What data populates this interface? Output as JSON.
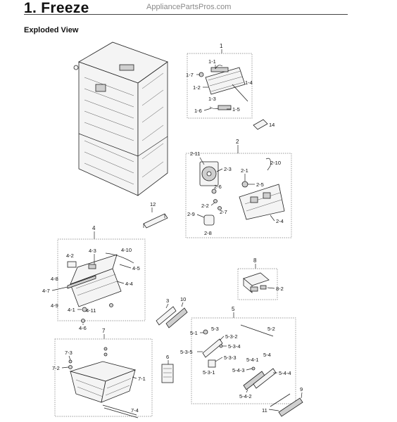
{
  "header": {
    "title": "1. Freeze",
    "watermark": "AppliancePartsPros.com",
    "section": "Exploded View"
  },
  "parts": {
    "g1": "1",
    "p1_1": "1-1",
    "p1_2": "1-2",
    "p1_3": "1-3",
    "p1_4": "1-4",
    "p1_5": "1-5",
    "p1_6": "1-6",
    "p1_7": "1-7",
    "p14": "14",
    "g2": "2",
    "p2_1": "2-1",
    "p2_2": "2-2",
    "p2_3": "2-3",
    "p2_4": "2-4",
    "p2_5": "2-5",
    "p2_6": "2-6",
    "p2_7": "2-7",
    "p2_8": "2-8",
    "p2_9": "2-9",
    "p2_10": "2-10",
    "p2_11": "2-11",
    "p12": "12",
    "g4": "4",
    "p4_1": "4-1",
    "p4_2": "4-2",
    "p4_3": "4-3",
    "p4_4": "4-4",
    "p4_5": "4-5",
    "p4_6": "4-6",
    "p4_7": "4-7",
    "p4_8": "4-8",
    "p4_9": "4-9",
    "p4_10": "4-10",
    "p4_11": "4-11",
    "g8": "8",
    "p8_2": "8-2",
    "p3": "3",
    "p10": "10",
    "g5": "5",
    "p5_1": "5-1",
    "p5_2": "5-2",
    "p5_3": "5-3",
    "p5_3_1": "5-3-1",
    "p5_3_2": "5-3-2",
    "p5_3_3": "5-3-3",
    "p5_3_4": "5-3-4",
    "p5_3_5": "5-3-5",
    "p5_4": "5-4",
    "p5_4_1": "5-4-1",
    "p5_4_2": "5-4-2",
    "p5_4_3": "5-4-3",
    "p5_4_4": "5-4-4",
    "g7": "7",
    "p7_1": "7-1",
    "p7_2": "7-2",
    "p7_3": "7-3",
    "p7_4": "7-4",
    "p6": "6",
    "p9": "9",
    "p11": "11"
  }
}
